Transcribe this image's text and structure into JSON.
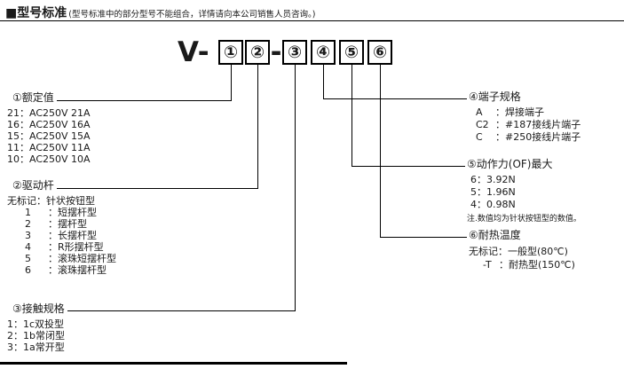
{
  "header": {
    "title": "■型号标准",
    "note": "(型号标准中的部分型号不能组合，详情请向本公司销售人员咨询。)"
  },
  "model": {
    "prefix": "V-",
    "dash": "-",
    "digits": [
      "①",
      "②",
      "③",
      "④",
      "⑤",
      "⑥"
    ]
  },
  "sections": {
    "rated": {
      "title": "①额定值",
      "items": [
        "21：AC250V 21A",
        "16：AC250V 16A",
        "15：AC250V 15A",
        "11：AC250V 11A",
        "10：AC250V 10A"
      ]
    },
    "actuator": {
      "title": "②驱动杆",
      "items": [
        {
          "k": "无标记",
          "v": "：针状按钮型"
        },
        {
          "k": "1",
          "v": "：短摆杆型"
        },
        {
          "k": "2",
          "v": "：摆杆型"
        },
        {
          "k": "3",
          "v": "：长摆杆型"
        },
        {
          "k": "4",
          "v": "：R形摆杆型"
        },
        {
          "k": "5",
          "v": "：滚珠短摆杆型"
        },
        {
          "k": "6",
          "v": "：滚珠摆杆型"
        }
      ]
    },
    "contact": {
      "title": "③接触规格",
      "items": [
        "1：1c双投型",
        "2：1b常闭型",
        "3：1a常开型"
      ]
    },
    "terminal": {
      "title": "④端子规格",
      "items": [
        {
          "k": "A",
          "v": "：焊接端子"
        },
        {
          "k": "C2",
          "v": "：#187接线片端子"
        },
        {
          "k": "C",
          "v": "：#250接线片端子"
        }
      ]
    },
    "force": {
      "title": "⑤动作力(OF)最大",
      "items": [
        "6：3.92N",
        "5：1.96N",
        "4：0.98N"
      ],
      "note": "注.数值均为针状按钮型的数值。"
    },
    "heat": {
      "title": "⑥耐热温度",
      "items": [
        {
          "k": "无标记",
          "v": "：一般型(80℃)"
        },
        {
          "k": "-T",
          "v": "：耐热型(150℃)"
        }
      ]
    }
  }
}
